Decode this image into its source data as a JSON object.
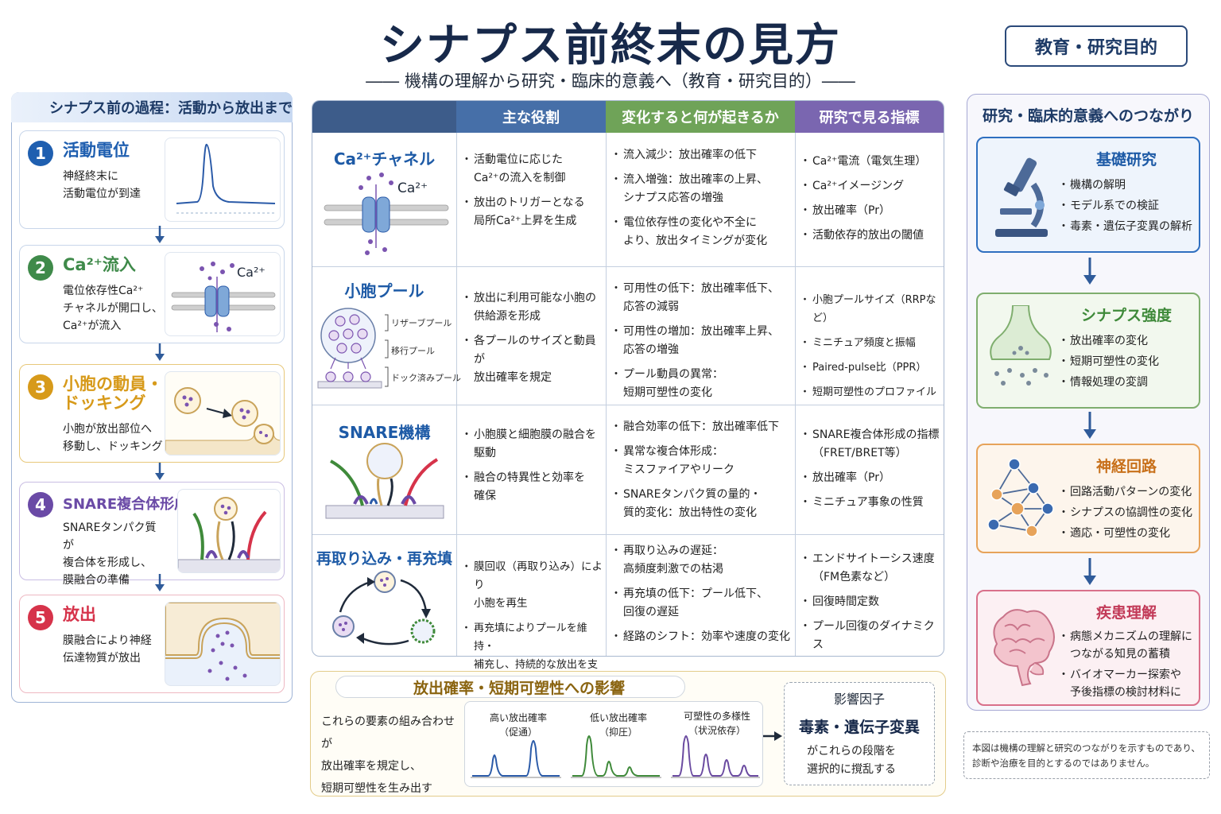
{
  "header": {
    "title": "シナプス前終末の見方",
    "subtitle": "―― 機構の理解から研究・臨床的意義へ（教育・研究目的）――",
    "purpose_badge": "教育・研究目的"
  },
  "left": {
    "header": "シナプス前の過程：活動から放出まで",
    "steps": [
      {
        "num": "1",
        "title": "活動電位",
        "desc": "神経終末に\n活動電位が到達"
      },
      {
        "num": "2",
        "title": "Ca²⁺流入",
        "desc": "電位依存性Ca²⁺\nチャネルが開口し、\nCa²⁺が流入",
        "img_label": "Ca²⁺"
      },
      {
        "num": "3",
        "title": "小胞の動員・\nドッキング",
        "desc": "小胞が放出部位へ\n移動し、ドッキング"
      },
      {
        "num": "4",
        "title": "SNARE複合体形成",
        "desc": "SNAREタンパク質が\n複合体を形成し、\n膜融合の準備"
      },
      {
        "num": "5",
        "title": "放出",
        "desc": "膜融合により神経\n伝達物質が放出"
      }
    ]
  },
  "table": {
    "headers": [
      "主な役割",
      "変化すると何が起きるか",
      "研究で見る指標"
    ],
    "rows": [
      {
        "name": "Ca²⁺チャネル",
        "img_label": "Ca²⁺",
        "role": [
          "活動電位に応じた\nCa²⁺の流入を制御",
          "放出のトリガーとなる\n局所Ca²⁺上昇を生成"
        ],
        "change": [
          "流入減少：放出確率の低下",
          "流入増強：放出確率の上昇、\nシナプス応答の増強",
          "電位依存性の変化や不全に\nより、放出タイミングが変化"
        ],
        "metrics": [
          "Ca²⁺電流（電気生理）",
          "Ca²⁺イメージング",
          "放出確率（Pr）",
          "活動依存的放出の閾値"
        ]
      },
      {
        "name": "小胞プール",
        "pool_labels": [
          "リザーブプール",
          "移行プール",
          "ドック済みプール"
        ],
        "role": [
          "放出に利用可能な小胞の\n供給源を形成",
          "各プールのサイズと動員が\n放出確率を規定"
        ],
        "change": [
          "可用性の低下：放出確率低下、\n応答の減弱",
          "可用性の増加：放出確率上昇、\n応答の増強",
          "プール動員の異常：\n短期可塑性の変化"
        ],
        "metrics": [
          "小胞プールサイズ（RRPなど）",
          "ミニチュア頻度と振幅",
          "Paired-pulse比（PPR）",
          "短期可塑性のプロファイル"
        ]
      },
      {
        "name": "SNARE機構",
        "role": [
          "小胞膜と細胞膜の融合を\n駆動",
          "融合の特異性と効率を\n確保"
        ],
        "change": [
          "融合効率の低下：放出確率低下",
          "異常な複合体形成：\nミスファイアやリーク",
          "SNAREタンパク質の量的・\n質的変化：放出特性の変化"
        ],
        "metrics": [
          "SNARE複合体形成の指標\n（FRET/BRET等）",
          "放出確率（Pr）",
          "ミニチュア事象の性質"
        ]
      },
      {
        "name": "再取り込み・再充填",
        "role": [
          "膜回収（再取り込み）により\n小胞を再生",
          "再充填によりプールを維持・\n補充し、持続的な放出を支える"
        ],
        "change": [
          "再取り込みの遅延：\n高頻度刺激での枯渇",
          "再充填の低下：プール低下、\n回復の遅延",
          "経路のシフト：効率や速度の変化"
        ],
        "metrics": [
          "エンドサイトーシス速度\n（FM色素など）",
          "回復時間定数",
          "プール回復のダイナミクス"
        ]
      }
    ]
  },
  "impact": {
    "title": "放出確率・短期可塑性への影響",
    "desc": "これらの要素の組み合わせが\n放出確率を規定し、\n短期可塑性を生み出す",
    "traces": [
      {
        "label": "高い放出確率\n（促通）",
        "color": "#2a5aa8"
      },
      {
        "label": "低い放出確率\n（抑圧）",
        "color": "#3f8a3a"
      },
      {
        "label": "可塑性の多様性\n（状況依存）",
        "color": "#6a4aa0"
      }
    ],
    "factor": {
      "title": "影響因子",
      "main": "毒素・遺伝子変異",
      "desc": "がこれらの段階を\n選択的に撹乱する"
    }
  },
  "right": {
    "header": "研究・臨床的意義へのつながり",
    "cards": [
      {
        "title": "基礎研究",
        "items": [
          "機構の解明",
          "モデル系での検証",
          "毒素・遺伝子変異の解析"
        ],
        "color": "#2f6fc0",
        "bg": "#eef4fc",
        "title_color": "#1d5aa6"
      },
      {
        "title": "シナプス強度",
        "items": [
          "放出確率の変化",
          "短期可塑性の変化",
          "情報処理の変調"
        ],
        "color": "#7fae6e",
        "bg": "#f2f8ee",
        "title_color": "#3f8a3a"
      },
      {
        "title": "神経回路",
        "items": [
          "回路活動パターンの変化",
          "シナプスの協調性の変化",
          "適応・可塑性の変化"
        ],
        "color": "#e7a35a",
        "bg": "#fdf5ec",
        "title_color": "#c8701a"
      },
      {
        "title": "疾患理解",
        "items": [
          "病態メカニズムの理解に\nつながる知見の蓄積",
          "バイオマーカー探索や\n予後指標の検討材料に"
        ],
        "color": "#d9708a",
        "bg": "#fcf0f3",
        "title_color": "#c23a58"
      }
    ]
  },
  "disclaimer": "本図は機構の理解と研究のつながりを示すものであり、\n診断や治療を目的とするのではありません。",
  "colors": {
    "step1": "#1f5fb0",
    "step2": "#3f8a4a",
    "step3": "#d79a1a",
    "step4": "#6a4aa6",
    "step5": "#d6334a",
    "col_head_navy": "#3d5c8a",
    "col_head_blue": "#466fa8",
    "col_head_green": "#6fa358",
    "col_head_purple": "#7a66b0"
  }
}
